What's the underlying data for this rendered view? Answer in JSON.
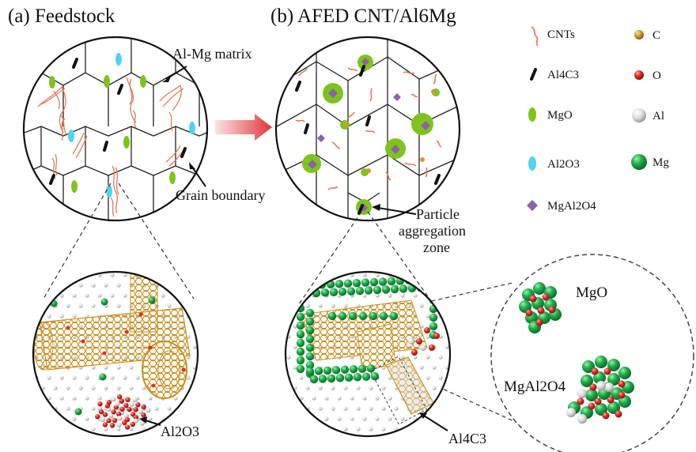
{
  "panel_a": {
    "title": "(a) Feedstock"
  },
  "panel_b": {
    "title": "(b) AFED CNT/Al6Mg"
  },
  "annotations": {
    "matrix": "Al-Mg matrix",
    "grain_boundary": "Grain boundary",
    "particle_aggregation": [
      "Particle",
      "aggregation",
      "zone"
    ],
    "al2o3": "Al2O3",
    "al4c3": "Al4C3",
    "mgo": "MgO",
    "mgal2o4": "MgAl2O4"
  },
  "legend": {
    "phases": [
      {
        "label": "CNTs",
        "icon": "cnt-wavy-line",
        "color": "#e8826a"
      },
      {
        "label": "Al4C3",
        "icon": "black-dash",
        "color": "#111111"
      },
      {
        "label": "MgO",
        "icon": "green-ellipse",
        "color": "#7fc31c"
      },
      {
        "label": "Al2O3",
        "icon": "cyan-ellipse",
        "color": "#4fd3f0"
      },
      {
        "label": "MgAl2O4",
        "icon": "purple-diamond",
        "color": "#8c62a8"
      }
    ],
    "atoms": [
      {
        "label": "C",
        "icon": "gold-sphere",
        "color": "#d39a2c"
      },
      {
        "label": "O",
        "icon": "red-sphere",
        "color": "#e0302a"
      },
      {
        "label": "Al",
        "icon": "gray-sphere",
        "color": "#d7d7d7"
      },
      {
        "label": "Mg",
        "icon": "green-sphere",
        "color": "#1fa74a"
      }
    ]
  }
}
